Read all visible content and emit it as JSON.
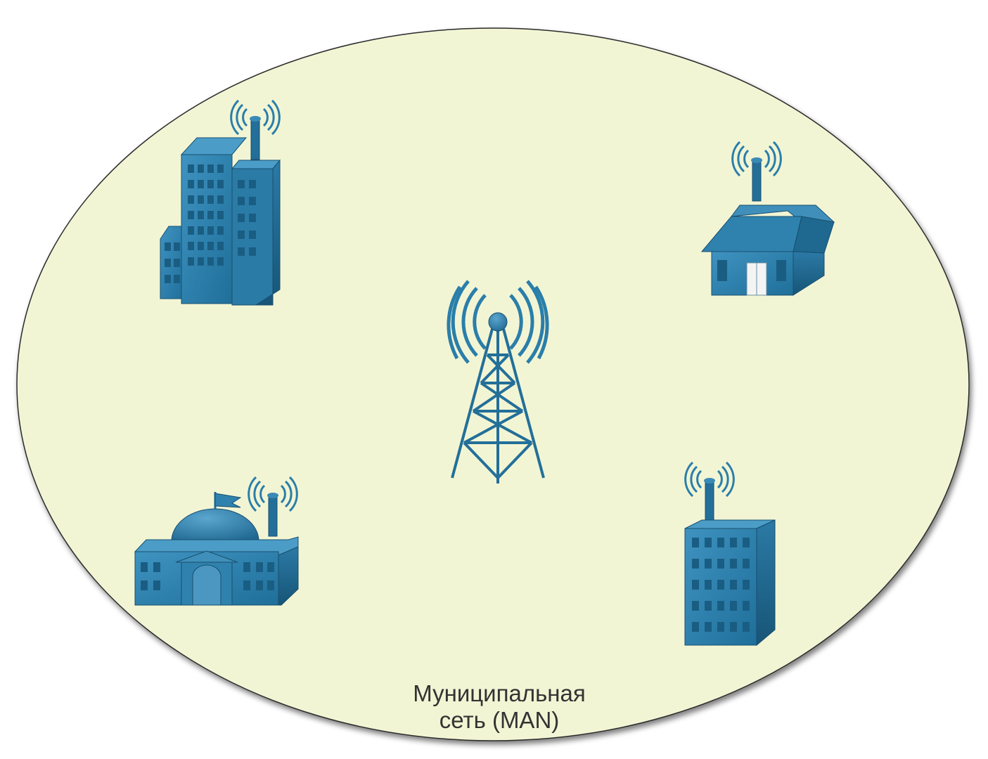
{
  "diagram": {
    "label_line1": "Муниципальная",
    "label_line2": "сеть (MAN)",
    "nodes": [
      {
        "name": "office-tower",
        "icon": "office-building-icon"
      },
      {
        "name": "house",
        "icon": "house-icon"
      },
      {
        "name": "radio-tower",
        "icon": "radio-tower-icon"
      },
      {
        "name": "government-building",
        "icon": "government-building-icon"
      },
      {
        "name": "apartment-building",
        "icon": "apartment-building-icon"
      }
    ]
  },
  "colors": {
    "area_fill": "#f2f5d4",
    "icon_blue": "#2a7eaa",
    "icon_dark": "#1b5a7e",
    "icon_light": "#4c9bc6",
    "label_text": "#333333"
  }
}
